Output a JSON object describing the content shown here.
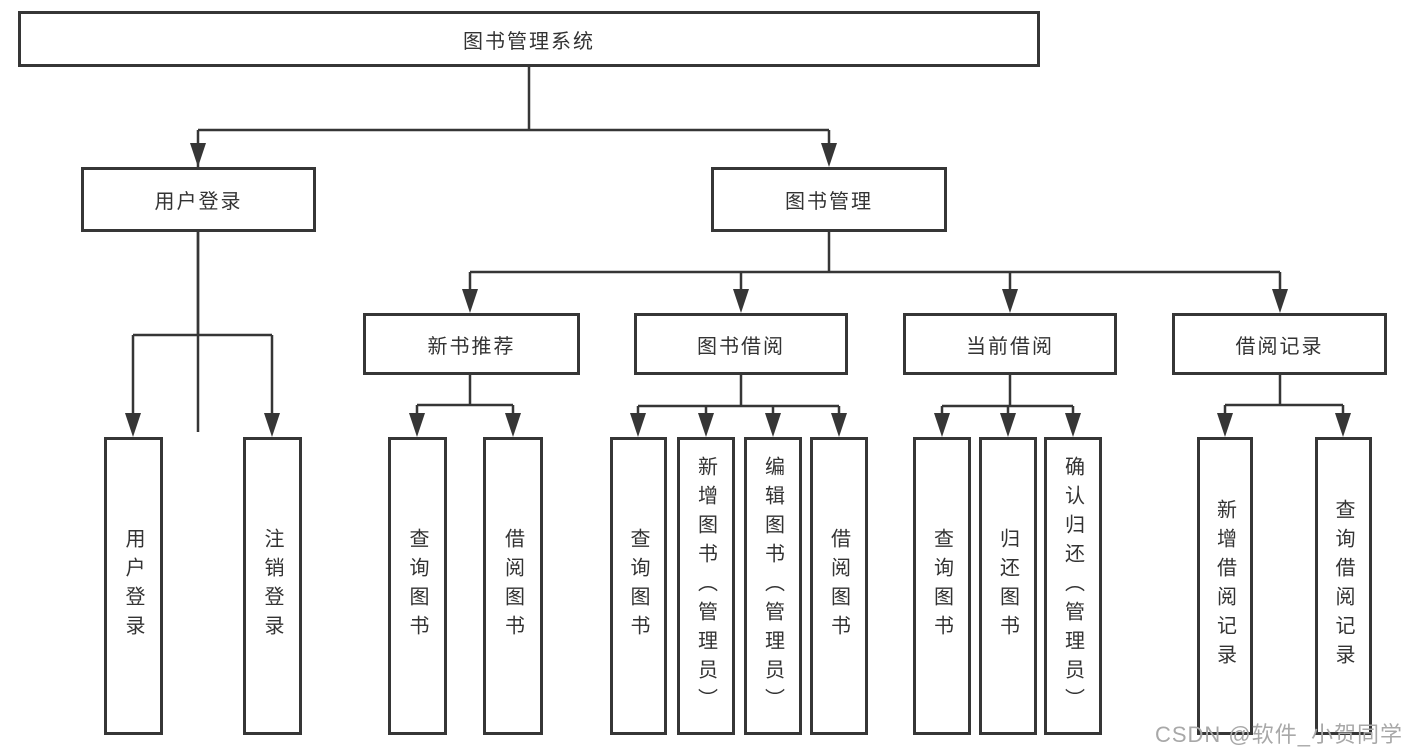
{
  "diagram": {
    "root": "图书管理系统",
    "level2": {
      "user_login": "用户登录",
      "book_management": "图书管理"
    },
    "user_login_children": {
      "user_login": "用户登录",
      "logout": "注销登录"
    },
    "book_management_children": {
      "new_book_recommend": "新书推荐",
      "book_borrow": "图书借阅",
      "current_borrow": "当前借阅",
      "borrow_record": "借阅记录"
    },
    "new_book_recommend_children": {
      "query_book": "查询图书",
      "borrow_book": "借阅图书"
    },
    "book_borrow_children": {
      "query_book": "查询图书",
      "add_book": "新增图书（管理员）",
      "edit_book": "编辑图书（管理员）",
      "borrow_book": "借阅图书"
    },
    "current_borrow_children": {
      "query_book": "查询图书",
      "return_book": "归还图书",
      "confirm_return": "确认归还（管理员）"
    },
    "borrow_record_children": {
      "add_record": "新增借阅记录",
      "query_record": "查询借阅记录"
    }
  },
  "watermark": {
    "text": "CSDN @软件_小贺同学"
  },
  "colors": {
    "line": "#363636",
    "text": "#333333",
    "background": "#ffffff",
    "watermark": "#a8a8a8"
  }
}
